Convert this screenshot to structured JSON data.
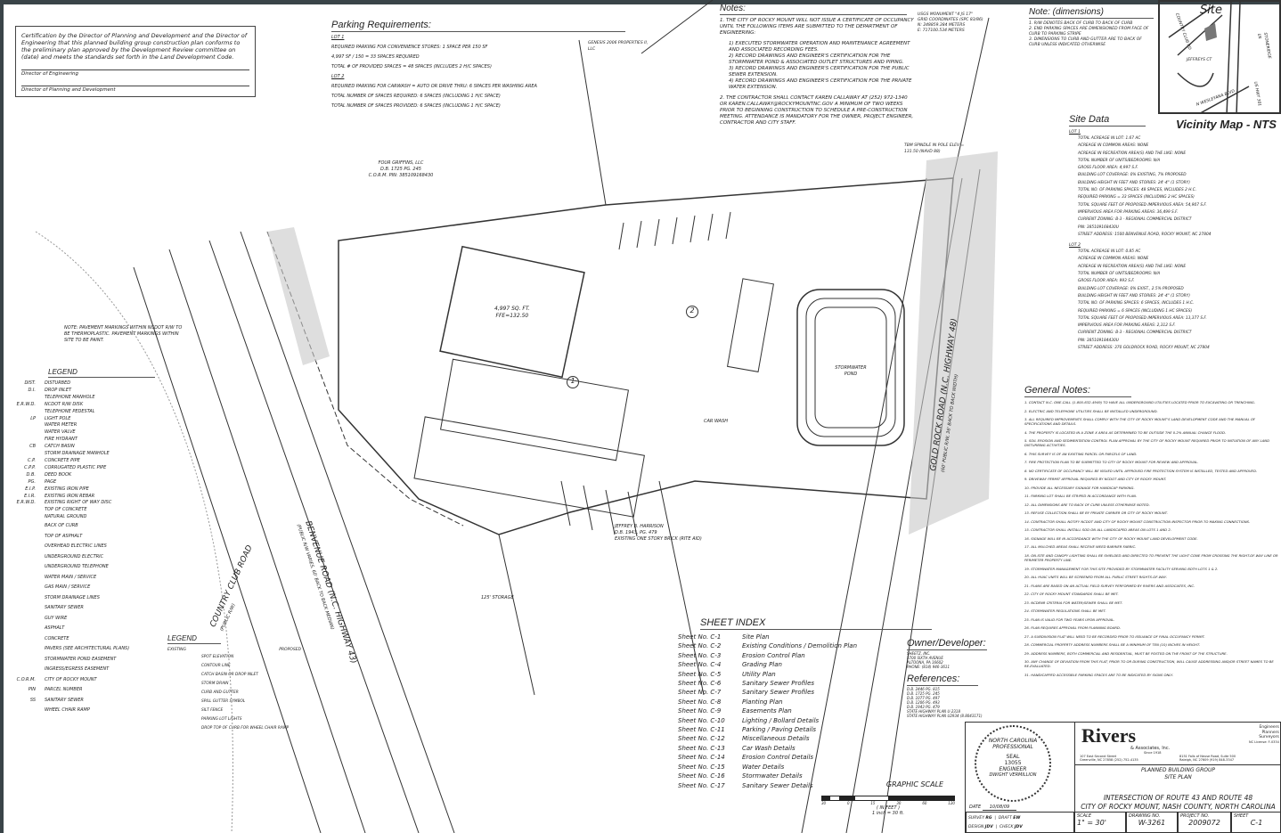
{
  "certification": {
    "text": "Certification by the Director of Planning and Development and the Director of Engineering that this planned building group construction plan conforms to the preliminary plan approved by the Development Review committee on (date) and meets the standards set forth in the Land Development Code.",
    "sig1": "Director of Engineering",
    "sig2": "Director of Planning and Development"
  },
  "parking": {
    "title": "Parking Requirements:",
    "lot1": "LOT 1",
    "l1a": "REQUIRED PARKING FOR CONVENIENCE STORES: 1 SPACE PER 150 SF",
    "l1b": "4,997 SF / 150 = 33 SPACES REQUIRED",
    "l1c": "TOTAL # OF PROVIDED SPACES = 48 SPACES (INCLUDES 2 H/C SPACES)",
    "lot2": "LOT 2",
    "l2a": "REQUIRED PARKING FOR CARWASH = AUTO OR DRIVE THRU: 6 SPACES PER WASHING AREA",
    "l2b": "TOTAL NUMBER OF SPACES REQUIRED: 6 SPACES (INCLUDING 1 H/C SPACE)",
    "l2c": "TOTAL NUMBER OF SPACES PROVIDED: 6 SPACES (INCLUDING 1 H/C SPACE)"
  },
  "notes": {
    "title": "Notes:",
    "n1": "1. THE CITY OF ROCKY MOUNT WILL NOT ISSUE A CERTIFICATE OF OCCUPANCY UNTIL THE FOLLOWING ITEMS ARE SUBMITTED TO THE DEPARTMENT OF ENGINEERING:",
    "i1": "1) EXECUTED STORMWATER OPERATION AND MAINTENANCE AGREEMENT AND ASSOCIATED RECORDING FEES.",
    "i2": "2) RECORD DRAWINGS AND ENGINEER'S CERTIFICATION FOR THE STORMWATER POND & ASSOCIATED OUTLET STRUCTURES AND PIPING.",
    "i3": "3) RECORD DRAWINGS AND ENGINEER'S CERTIFICATION FOR THE PUBLIC SEWER EXTENSION.",
    "i4": "4) RECORD DRAWINGS AND ENGINEER'S CERTIFICATION FOR THE PRIVATE WATER EXTENSION.",
    "n2": "2. THE CONTRACTOR SHALL CONTACT KAREN CALLAWAY AT (252) 972-1340 OR KAREN.CALLAWAY@ROCKYMOUNTNC.GOV A MINIMUM OF TWO WEEKS PRIOR TO BEGINNING CONSTRUCTION TO SCHEDULE A PRE-CONSTRUCTION MEETING. ATTENDANCE IS MANDATORY FOR THE OWNER, PROJECT ENGINEER, CONTRACTOR AND CITY STAFF."
  },
  "usgs": {
    "l1": "USGS MONUMENT \"4 JS 17\"",
    "l2": "GRID COORDINATES (SPC 83/86)",
    "l3": "N: 248859.384 METERS",
    "l4": "E: 717100.534 METERS"
  },
  "dimensions": {
    "title": "Note: (dimensions)",
    "n1": "1. R/W DENOTES BACK OF CURB TO BACK OF CURB",
    "n2": "2. END PARKING SPACES ARE DIMENSIONED FROM FACE OF CURB TO PARKING STRIPE",
    "n3": "3. DIMENSIONS TO CURB AND GUTTER ARE TO BACK OF CURB UNLESS INDICATED OTHERWISE"
  },
  "vicinity": {
    "title": "Vicinity Map - NTS",
    "site": "Site",
    "r1": "COUNTRY CLUB RD",
    "r2": "STONERIDGE LN",
    "r3": "JEFFREYS CT",
    "r4": "N WESLEYANA BLVD",
    "r5": "US HWY 301"
  },
  "site_data": {
    "title": "Site Data",
    "lot1": {
      "label": "LOT 1",
      "lines": [
        "TOTAL ACREAGE IN LOT: 1.67 AC",
        "ACREAGE IN COMMON AREAS: NONE",
        "ACREAGE IN RECREATION AREA(S) AND THE LIKE: NONE",
        "TOTAL NUMBER OF UNITS/BEDROOMS: N/A",
        "GROSS FLOOR AREA: 4,997 S.F.",
        "BUILDING LOT COVERAGE: 0% EXISTING, 7% PROPOSED",
        "BUILDING HEIGHT IN FEET AND STORIES: 24'-4\" (1 STORY)",
        "TOTAL NO. OF PARKING SPACES: 48 SPACES, INCLUDES 2 H.C.",
        "REQUIRED PARKING = 33 SPACES (INCLUDING 2 HC SPACES)",
        "TOTAL SQUARE FEET OF PROPOSED IMPERVIOUS AREA: 54,907 S.F.",
        "IMPERVIOUS AREA FOR PARKING AREAS: 36,499 S.F.",
        "CURRENT ZONING: B-3 - REGIONAL COMMERCIAL DISTRICT",
        "PIN: 385109168430U",
        "STREET ADDRESS: 1500 BENVENUE ROAD, ROCKY MOUNT, NC 27804"
      ]
    },
    "lot2": {
      "label": "LOT 2",
      "lines": [
        "TOTAL ACREAGE IN LOT: 0.85 AC",
        "ACREAGE IN COMMON AREAS: NONE",
        "ACREAGE IN RECREATION AREA(S) AND THE LIKE: NONE",
        "TOTAL NUMBER OF UNITS/BEDROOMS: N/A",
        "GROSS FLOOR AREA: 993 S.F.",
        "BUILDING LOT COVERAGE: 0% EXIST., 2.5% PROPOSED",
        "BUILDING HEIGHT IN FEET AND STORIES: 24'-4\" (1 STORY)",
        "TOTAL NO. OF PARKING SPACES: 6 SPACES, INCLUDES 1 H.C.",
        "REQUIRED PARKING = 6 SPACES (INCLUDING 1 HC SPACES)",
        "TOTAL SQUARE FEET OF PROPOSED IMPERVIOUS AREA: 13,377 S.F.",
        "IMPERVIOUS AREA FOR PARKING AREAS: 2,312 S.F.",
        "CURRENT ZONING: B-3 - REGIONAL COMMERCIAL DISTRICT",
        "PIN: 385109184430U",
        "STREET ADDRESS: 370 GOLDROCK ROAD, ROCKY MOUNT, NC 27804"
      ]
    }
  },
  "general_notes": {
    "title": "General Notes:",
    "lines": [
      "1. CONTACT N.C. ONE-CALL (1-800-632-4949) TO HAVE ALL UNDERGROUND UTILITIES LOCATED PRIOR TO EXCAVATING OR TRENCHING.",
      "2. ELECTRIC AND TELEPHONE UTILITIES SHALL BE INSTALLED UNDERGROUND.",
      "3. ALL REQUIRED IMPROVEMENTS SHALL COMPLY WITH THE CITY OF ROCKY MOUNT'S LAND DEVELOPMENT CODE AND THE MANUAL OF SPECIFICATIONS AND DETAILS.",
      "4. THE PROPERTY IS LOCATED IN A ZONE X AREA AS DETERMINED TO BE OUTSIDE THE 0.2% ANNUAL CHANCE FLOOD.",
      "5. SOIL EROSION AND SEDIMENTATION CONTROL PLAN APPROVAL BY THE CITY OF ROCKY MOUNT REQUIRED PRIOR TO INITIATION OF ANY LAND DISTURBING ACTIVITIES.",
      "6. THIS SURVEY IS OF AN EXISTING PARCEL OR PARCELS OF LAND.",
      "7. FIRE PROTECTION PLAN TO BE SUBMITTED TO CITY OF ROCKY MOUNT FOR REVIEW AND APPROVAL.",
      "8. NO CERTIFICATE OF OCCUPANCY WILL BE ISSUED UNTIL APPROVED FIRE PROTECTION SYSTEM IS INSTALLED, TESTED AND APPROVED.",
      "9. DRIVEWAY PERMIT APPROVAL REQUIRED BY NCDOT AND CITY OF ROCKY MOUNT.",
      "10. PROVIDE ALL NECESSARY SIGNAGE FOR HANDICAP PARKING.",
      "11. PARKING LOT SHALL BE STRIPED IN ACCORDANCE WITH PLAN.",
      "12. ALL DIMENSIONS ARE TO BACK OF CURB UNLESS OTHERWISE NOTED.",
      "13. REFUSE COLLECTION SHALL BE BY PRIVATE CARRIER OR CITY OF ROCKY MOUNT.",
      "14. CONTRACTOR SHALL NOTIFY NCDOT AND CITY OF ROCKY MOUNT CONSTRUCTION INSPECTOR PRIOR TO MAKING CONNECTIONS.",
      "15. CONTRACTOR SHALL INSTALL SOD ON ALL LANDSCAPED AREAS ON LOTS 1 AND 2.",
      "16. SIGNAGE WILL BE IN ACCORDANCE WITH THE CITY OF ROCKY MOUNT LAND DEVELOPMENT CODE.",
      "17. ALL MULCHED AREAS SHALL RECEIVE WEED BARRIER FABRIC.",
      "18. ON-SITE AND CANOPY LIGHTING SHALL BE SHIELDED AND DIRECTED TO PREVENT THE LIGHT CONE FROM CROSSING THE RIGHT-OF-WAY LINE OR PERIMETER PROPERTY LINE.",
      "19. STORMWATER MANAGEMENT FOR THIS SITE PROVIDED BY STORMWATER FACILITY SERVING BOTH LOTS 1 & 2.",
      "20. ALL HVAC UNITS WILL BE SCREENED FROM ALL PUBLIC STREET RIGHTS-OF-WAY.",
      "21. PLANS ARE BASED ON AN ACTUAL FIELD SURVEY PERFORMED BY RIVERS AND ASSOCIATES, INC.",
      "22. CITY OF ROCKY MOUNT STANDARDS SHALL BE MET.",
      "23. NCDENR CRITERIA FOR WATER/SEWER SHALL BE MET.",
      "24. STORMWATER REGULATIONS SHALL BE MET.",
      "25. PLAN IS VALID FOR TWO YEARS UPON APPROVAL.",
      "26. PLAN REQUIRES APPROVAL FROM PLANNING BOARD.",
      "27. A SUBDIVISION PLAT WILL NEED TO BE RECORDED PRIOR TO ISSUANCE OF FINAL OCCUPANCY PERMIT.",
      "28. COMMERCIAL PROPERTY ADDRESS NUMBERS SHALL BE A MINIMUM OF TEN (10) INCHES IN HEIGHT.",
      "29. ADDRESS NUMBERS, BOTH COMMERCIAL AND RESIDENTIAL, MUST BE POSTED ON THE FRONT OF THE STRUCTURE.",
      "30. ANY CHANGE OF DEVIATION FROM THIS PLAT, PRIOR TO OR DURING CONSTRUCTION, WILL CAUSE ADDRESSING AND/OR STREET NAMES TO BE RE-EVALUATED.",
      "31. HANDICAPPED ACCESSIBLE PARKING SPACES ARE TO BE INDICATED BY SIGNS ONLY."
    ]
  },
  "legend1": {
    "title": "LEGEND",
    "rows": [
      [
        "DIST.",
        "DISTURBED"
      ],
      [
        "D.I.",
        "DROP INLET"
      ],
      [
        "",
        "TELEPHONE MANHOLE"
      ],
      [
        "E.R.W.D.",
        "NCDOT R/W DISK"
      ],
      [
        "",
        "TELEPHONE PEDESTAL"
      ],
      [
        "LP",
        "LIGHT POLE"
      ],
      [
        "",
        "WATER METER"
      ],
      [
        "",
        "WATER VALVE"
      ],
      [
        "",
        "FIRE HYDRANT"
      ],
      [
        "CB",
        "CATCH BASIN"
      ],
      [
        "",
        "STORM DRAINAGE MANHOLE"
      ],
      [
        "C.P.",
        "CONCRETE PIPE"
      ],
      [
        "C.P.P.",
        "CORRUGATED PLASTIC PIPE"
      ],
      [
        "D.B.",
        "DEED BOOK"
      ],
      [
        "PG.",
        "PAGE"
      ],
      [
        "E.I.P.",
        "EXISTING IRON PIPE"
      ],
      [
        "E.I.R.",
        "EXISTING IRON REBAR"
      ],
      [
        "E.R.W.D.",
        "EXISTING RIGHT OF WAY DISC"
      ],
      [
        "",
        "TOP OF CONCRETE"
      ],
      [
        "",
        "NATURAL GROUND"
      ],
      [
        "",
        "BACK OF CURB"
      ],
      [
        "",
        "TOP OF ASPHALT"
      ],
      [
        "",
        "OVERHEAD ELECTRIC LINES"
      ],
      [
        "",
        "UNDERGROUND ELECTRIC"
      ],
      [
        "",
        "UNDERGROUND TELEPHONE"
      ],
      [
        "",
        "WATER MAIN / SERVICE"
      ],
      [
        "",
        "GAS MAIN / SERVICE"
      ],
      [
        "",
        "STORM DRAINAGE LINES"
      ],
      [
        "",
        "SANITARY SEWER"
      ],
      [
        "",
        "GUY WIRE"
      ],
      [
        "",
        "ASPHALT"
      ],
      [
        "",
        "CONCRETE"
      ],
      [
        "",
        "PAVERS (SEE ARCHITECTURAL PLANS)"
      ],
      [
        "",
        "STORMWATER POND EASEMENT"
      ],
      [
        "",
        "INGRESS/EGRESS EASEMENT"
      ],
      [
        "C.O.R.M.",
        "CITY OF ROCKY MOUNT"
      ],
      [
        "PIN",
        "PARCEL NUMBER"
      ],
      [
        "SS",
        "SANITARY SEWER"
      ],
      [
        "",
        "WHEEL CHAIR RAMP"
      ]
    ]
  },
  "legend2": {
    "title": "LEGEND",
    "existing": "EXISTING",
    "proposed": "PROPOSED",
    "rows": [
      "SPOT ELEVATION",
      "CONTOUR LINE",
      "CATCH BASIN OR DROP INLET",
      "STORM DRAIN",
      "CURB AND GUTTER",
      "SPILL GUTTER SYMBOL",
      "SILT FENCE",
      "PARKING LOT LIGHTS",
      "DROP TOP OF CURB FOR WHEEL CHAIR RAMP"
    ]
  },
  "sheet_index": {
    "title": "SHEET INDEX",
    "rows": [
      [
        "Sheet No. C-1",
        "Site Plan"
      ],
      [
        "Sheet No. C-2",
        "Existing Conditions / Demolition Plan"
      ],
      [
        "Sheet No. C-3",
        "Erosion Control Plan"
      ],
      [
        "Sheet No. C-4",
        "Grading Plan"
      ],
      [
        "Sheet No. C-5",
        "Utility Plan"
      ],
      [
        "Sheet No. C-6",
        "Sanitary Sewer Profiles"
      ],
      [
        "Sheet No. C-7",
        "Sanitary Sewer Profiles"
      ],
      [
        "Sheet No. C-8",
        "Planting Plan"
      ],
      [
        "Sheet No. C-9",
        "Easements Plan"
      ],
      [
        "Sheet No. C-10",
        "Lighting / Bollard Details"
      ],
      [
        "Sheet No. C-11",
        "Parking / Paving Details"
      ],
      [
        "Sheet No. C-12",
        "Miscellaneous Details"
      ],
      [
        "Sheet No. C-13",
        "Car Wash Details"
      ],
      [
        "Sheet No. C-14",
        "Erosion Control Details"
      ],
      [
        "Sheet No. C-15",
        "Water Details"
      ],
      [
        "Sheet No. C-16",
        "Stormwater Details"
      ],
      [
        "Sheet No. C-17",
        "Sanitary Sewer Details"
      ]
    ]
  },
  "owner": {
    "title": "Owner/Developer:",
    "lines": [
      "SHEETZ, INC.",
      "5700 SIXTH AVENUE",
      "ALTOONA, PA 16602",
      "PHONE: (814) 946-3611"
    ]
  },
  "references": {
    "title": "References:",
    "lines": [
      "D.B. 2446 PG. 815",
      "D.B. 1725 PG. 245",
      "D.B. 1077 PG. 497",
      "D.B. 1206 PG. 493",
      "D.B. 1943 PG. 479",
      "STATE HIGHWAY PLAN U-2318",
      "STATE HIGHWAY PLAN U2934 (8.8043171)"
    ]
  },
  "graphic_scale": {
    "title": "GRAPHIC SCALE",
    "units": "( IN FEET )",
    "ratio": "1 inch = 30 ft.",
    "ticks": [
      "30",
      "0",
      "15",
      "30",
      "60",
      "120"
    ]
  },
  "plan_labels": {
    "road1": "COUNTRY CLUB ROAD",
    "road1b": "(PUBLIC R/W)",
    "road2": "BENVENUE ROAD (N.C. HIGHWAY 43)",
    "road2b": "(PUBLIC R/W VARIES, 60' BACK TO BACK MEDIAN)",
    "road3": "GOLD ROCK ROAD (N.C. HIGHWAY 48)",
    "road3b": "(60' PUBLIC R/W, 36' BACK TO BACK WIDTH)",
    "bldg_area": "4,997 SQ. FT.",
    "ffe": "FFE=132.50",
    "lot1": "1",
    "lot2": "2",
    "pond": "STORMWATER POND",
    "car_wash": "CAR WASH",
    "owner_n": "FOUR GRIFFINS, LLC",
    "owner_n2": "D.B. 1725 PG. 245",
    "owner_n3": "C.O.R.M. PIN: 385109168430",
    "owner_s": "JEFFREY B. HARRISON",
    "owner_s2": "D.B. 1943, PG. 479",
    "owner_s3": "EXISTING ONE STORY BRICK (RITE AID)",
    "genesis": "GENESIS 2006 PROPERTIES II, LLC",
    "tbm": "TBM SPINDLE IN POLE ELEV = 131.50 (NAVD 88)",
    "storage": "125' STORAGE",
    "pavement_note": "NOTE: PAVEMENT MARKINGS WITHIN NCDOT R/W TO BE THERMOPLASTIC. PAVEMENT MARKINGS WITHIN SITE TO BE PAINT."
  },
  "title_block": {
    "seal_state": "NORTH CAROLINA",
    "seal_prof": "PROFESSIONAL",
    "seal": "SEAL",
    "seal_no": "13055",
    "seal_eng": "ENGINEER",
    "seal_name": "DWIGHT VERMILLION",
    "date_label": "DATE",
    "date": "10/08/09",
    "firm": "Rivers",
    "firm_sub": "& Associates, Inc.",
    "since": "Since 1918",
    "disc1": "Engineers",
    "disc2": "Planners",
    "disc3": "Surveyors",
    "license": "NC License: F-0334",
    "addr1": "107 East Second Street",
    "addr1b": "Greenville, NC 27858 (252) 752-4135",
    "addr2": "8151 Falls of Neuse Road, Suite 500",
    "addr2b": "Raleigh, NC 27609 (919) 848-3347",
    "proj1": "PLANNED BUILDING GROUP",
    "proj2": "SITE PLAN",
    "loc1": "INTERSECTION OF ROUTE 43 AND ROUTE 48",
    "loc2": "CITY OF ROCKY MOUNT,   NASH COUNTY,   NORTH CAROLINA",
    "survey": "SURVEY",
    "survey_v": "RG",
    "draft": "DRAFT",
    "draft_v": "EW",
    "design": "DESIGN",
    "design_v": "JDV",
    "check": "CHECK",
    "check_v": "JDV",
    "scale": "SCALE",
    "scale_v": "1\" = 30'",
    "dwg": "DRAWING NO.",
    "dwg_v": "W-3261",
    "proj": "PROJECT NO.",
    "proj_v": "2009072",
    "sheet": "SHEET",
    "sheet_v": "C-1"
  }
}
